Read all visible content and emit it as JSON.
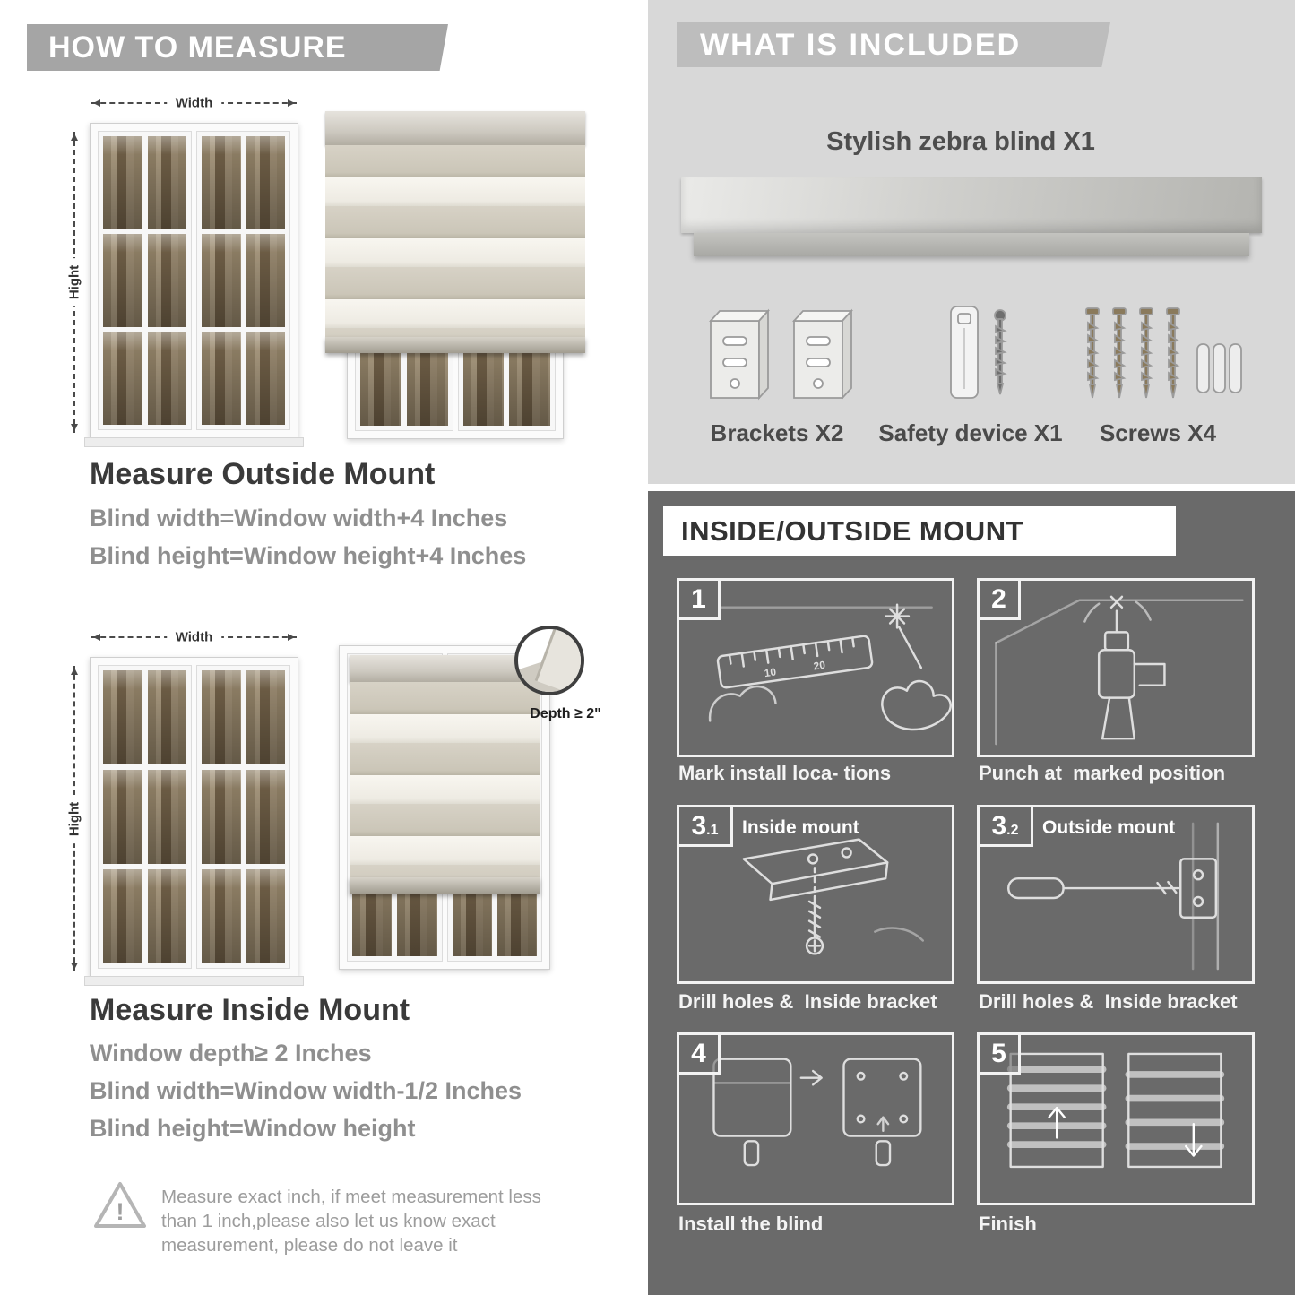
{
  "colors": {
    "ribbon_gray": "#a5a5a5",
    "included_panel": "#d8d8d8",
    "included_ribbon": "#bdbdbd",
    "mount_panel": "#6a6a6a"
  },
  "left": {
    "header": "HOW TO MEASURE",
    "outside": {
      "width_label": "Width",
      "height_label": "Hight",
      "title": "Measure Outside Mount",
      "line1": "Blind width=Window width+4 Inches",
      "line2": "Blind height=Window height+4 Inches"
    },
    "inside": {
      "width_label": "Width",
      "height_label": "Hight",
      "depth_callout": "Depth ≥ 2\"",
      "title": "Measure Inside Mount",
      "line1": "Window depth≥ 2 Inches",
      "line2": "Blind width=Window width-1/2 Inches",
      "line3": "Blind height=Window height"
    },
    "warning": "Measure exact inch, if meet measurement less than 1 inch,please also let us know exact measurement, please do not leave it"
  },
  "right": {
    "included": {
      "header": "WHAT IS INCLUDED",
      "product": "Stylish zebra blind X1",
      "items": [
        {
          "label": "Brackets X2"
        },
        {
          "label": "Safety device X1"
        },
        {
          "label": "Screws X4"
        }
      ]
    },
    "mount": {
      "header": "INSIDE/OUTSIDE MOUNT",
      "steps": [
        {
          "num": "1",
          "caption": "Mark install loca- tions"
        },
        {
          "num": "2",
          "caption": "Punch at  marked position"
        },
        {
          "num": "3",
          "sub": ".1",
          "label": "Inside mount",
          "caption": "Drill holes &  Inside bracket"
        },
        {
          "num": "3",
          "sub": ".2",
          "label": "Outside mount",
          "caption": "Drill holes &  Inside bracket"
        },
        {
          "num": "4",
          "caption": "Install the blind"
        },
        {
          "num": "5",
          "caption": "Finish"
        }
      ]
    }
  }
}
